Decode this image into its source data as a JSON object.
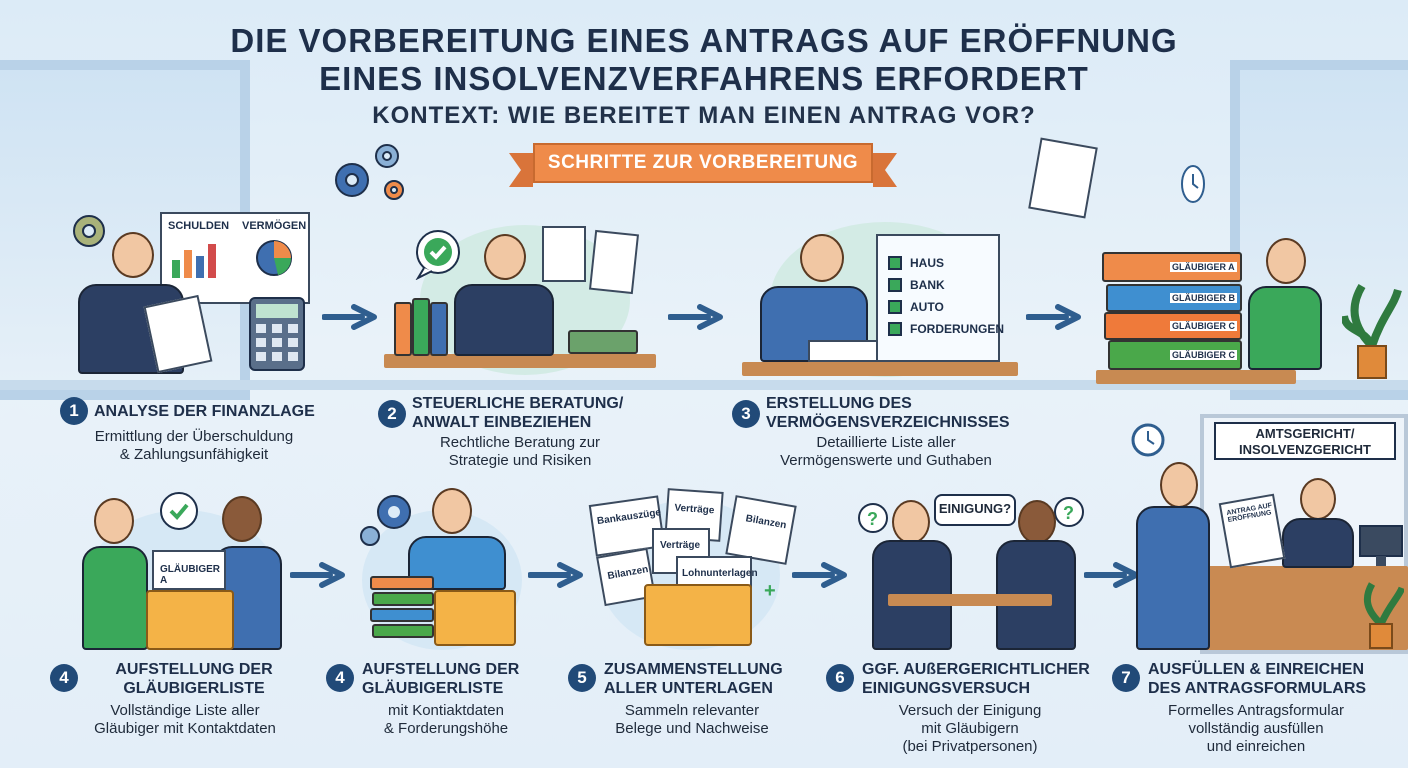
{
  "header": {
    "title_line1": "DIE VORBEREITUNG EINES ANTRAGS AUF ERÖFFNUNG",
    "title_line2": "EINES INSOLVENZVERFAHRENS ERFORDERT",
    "subtitle": "KONTEXT: WIE BEREITET MAN EINEN ANTRAG VOR?",
    "ribbon": "SCHRITTE ZUR VORBEREITUNG"
  },
  "illustrations": {
    "chart_debts": "SCHULDEN",
    "chart_assets": "VERMÖGEN",
    "checklist": [
      "HAUS",
      "BANK",
      "AUTO",
      "FORDERUNGEN"
    ],
    "binders": [
      "GLÄUBIGER A",
      "GLÄUBIGER B",
      "GLÄUBIGER C",
      "GLÄUBIGER C"
    ],
    "creditor_sheet": "GLÄUBIGER A",
    "docs": [
      "Bankauszüge",
      "Verträge",
      "Bilanzen",
      "Verträge",
      "Bilanzen",
      "Lohnunterlagen"
    ],
    "speech_agreement": "EINIGUNG?",
    "court_sign_line1": "AMTSGERICHT/",
    "court_sign_line2": "INSOLVENZGERICHT",
    "court_form": "ANTRAG AUF ERÖFFNUNG"
  },
  "steps": [
    {
      "num": "1",
      "title": "ANALYSE DER FINANZLAGE",
      "desc": [
        "Ermittlung der Überschuldung",
        "& Zahlungsunfähigkeit"
      ]
    },
    {
      "num": "2",
      "title": [
        "STEUERLICHE BERATUNG/",
        "ANWALT EINBEZIEHEN"
      ],
      "desc": [
        "Rechtliche Beratung zur",
        "Strategie und Risiken"
      ]
    },
    {
      "num": "3",
      "title": [
        "ERSTELLUNG DES",
        "VERMÖGENSVERZEICHNISSES"
      ],
      "desc": [
        "Detaillierte Liste aller",
        "Vermögenswerte und Guthaben"
      ]
    },
    {
      "num": "4",
      "title": [
        "AUFSTELLUNG DER",
        "GLÄUBIGERLISTE"
      ],
      "desc": [
        "Vollständige Liste aller",
        "Gläubiger mit Kontaktdaten"
      ]
    },
    {
      "num": "4",
      "title": [
        "AUFSTELLUNG DER",
        "GLÄUBIGERLISTE"
      ],
      "desc": [
        "mit Kontiaktdaten",
        "& Forderungshöhe"
      ]
    },
    {
      "num": "5",
      "title": [
        "ZUSAMMENSTELLUNG",
        "ALLER UNTERLAGEN"
      ],
      "desc": [
        "Sammeln relevanter",
        "Belege und Nachweise"
      ]
    },
    {
      "num": "6",
      "title": [
        "GGF. AUßERGERICHTLICHER",
        "EINIGUNGSVERSUCH"
      ],
      "desc": [
        "Versuch der Einigung",
        "mit Gläubigern",
        "(bei Privatpersonen)"
      ]
    },
    {
      "num": "7",
      "title": [
        "AUSFÜLLEN & EINREICHEN",
        "DES ANTRAGSFORMULARS"
      ],
      "desc": [
        "Formelles Antragsformular",
        "vollständig ausfüllen",
        "und einreichen"
      ]
    }
  ],
  "colors": {
    "accent": "#ef8b4a",
    "navy": "#214a78",
    "green": "#3aa85a",
    "folder": "#f4b347"
  }
}
